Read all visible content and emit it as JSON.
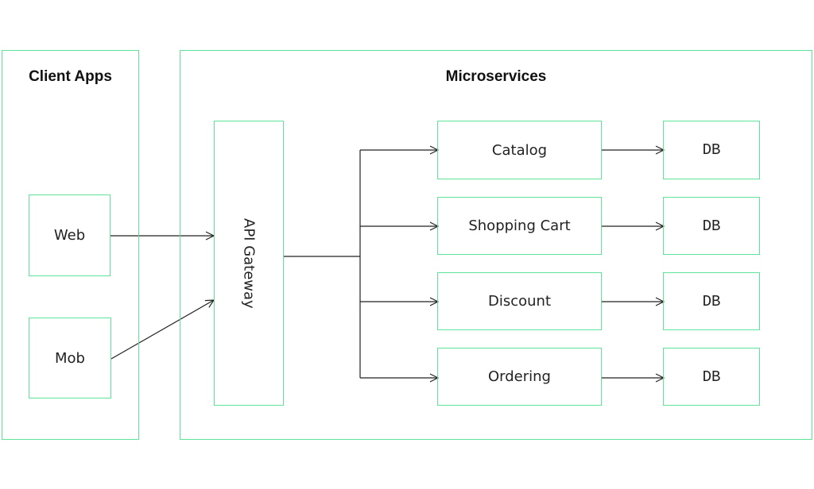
{
  "groups": {
    "client_apps": {
      "title": "Client Apps"
    },
    "microservices": {
      "title": "Microservices"
    }
  },
  "clients": [
    {
      "label": "Web"
    },
    {
      "label": "Mob"
    }
  ],
  "gateway": {
    "label": "API Gateway"
  },
  "services": [
    {
      "label": "Catalog",
      "db": "DB"
    },
    {
      "label": "Shopping Cart",
      "db": "DB"
    },
    {
      "label": "Discount",
      "db": "DB"
    },
    {
      "label": "Ordering",
      "db": "DB"
    }
  ],
  "colors": {
    "border": "#5ee39a",
    "arrow": "#222222"
  }
}
